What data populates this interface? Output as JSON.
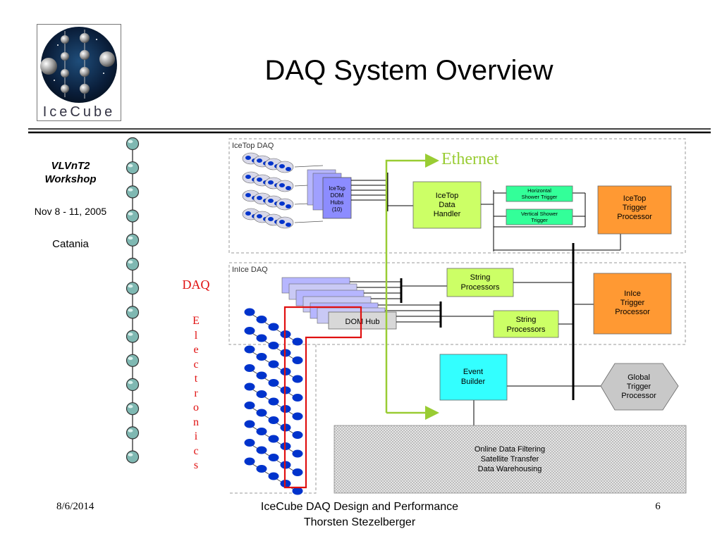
{
  "logo": {
    "text": "IceCube"
  },
  "slide": {
    "title": "DAQ System Overview"
  },
  "sidebar": {
    "workshop_line1": "VLVnT2",
    "workshop_line2": "Workshop",
    "date": "Nov 8 - 11, 2005",
    "place": "Catania"
  },
  "labels": {
    "daq": "DAQ",
    "electronics": [
      "E",
      "l",
      "e",
      "c",
      "t",
      "r",
      "o",
      "n",
      "i",
      "c",
      "s"
    ]
  },
  "diagram": {
    "ethernet": "Ethernet",
    "icetop_section": "IceTop DAQ",
    "inice_section": "InIce DAQ",
    "icetop_hubs": [
      "IceTop",
      "DOM",
      "Hubs",
      "(10)"
    ],
    "icetop_data_handler": [
      "IceTop",
      "Data",
      "Handler"
    ],
    "horizontal_trigger": [
      "Horizontal",
      "Shower Trigger"
    ],
    "vertical_trigger": [
      "Vertical Shower",
      "Trigger"
    ],
    "icetop_trigger_processor": [
      "IceTop",
      "Trigger",
      "Processor"
    ],
    "string_processors_1": [
      "String",
      "Processors"
    ],
    "string_processors_2": [
      "String",
      "Processors"
    ],
    "dom_hub": "DOM Hub",
    "inice_trigger_processor": [
      "InIce",
      "Trigger",
      "Processor"
    ],
    "event_builder": [
      "Event",
      "Builder"
    ],
    "global_trigger_processor": [
      "Global",
      "Trigger",
      "Processor"
    ],
    "online_box": [
      "Online Data Filtering",
      "Satellite Transfer",
      "Data Warehousing"
    ]
  },
  "colors": {
    "green_box": "#ccff66",
    "teal_box": "#33ff99",
    "orange_box": "#ff9933",
    "cyan_box": "#33ffff",
    "ethernet_line": "#99cc33",
    "red_outline": "#e01010",
    "dom_blue": "#0033cc"
  },
  "footer": {
    "date": "8/6/2014",
    "title_line1": "IceCube DAQ Design and Performance",
    "title_line2": "Thorsten Stezelberger",
    "page": "6"
  }
}
